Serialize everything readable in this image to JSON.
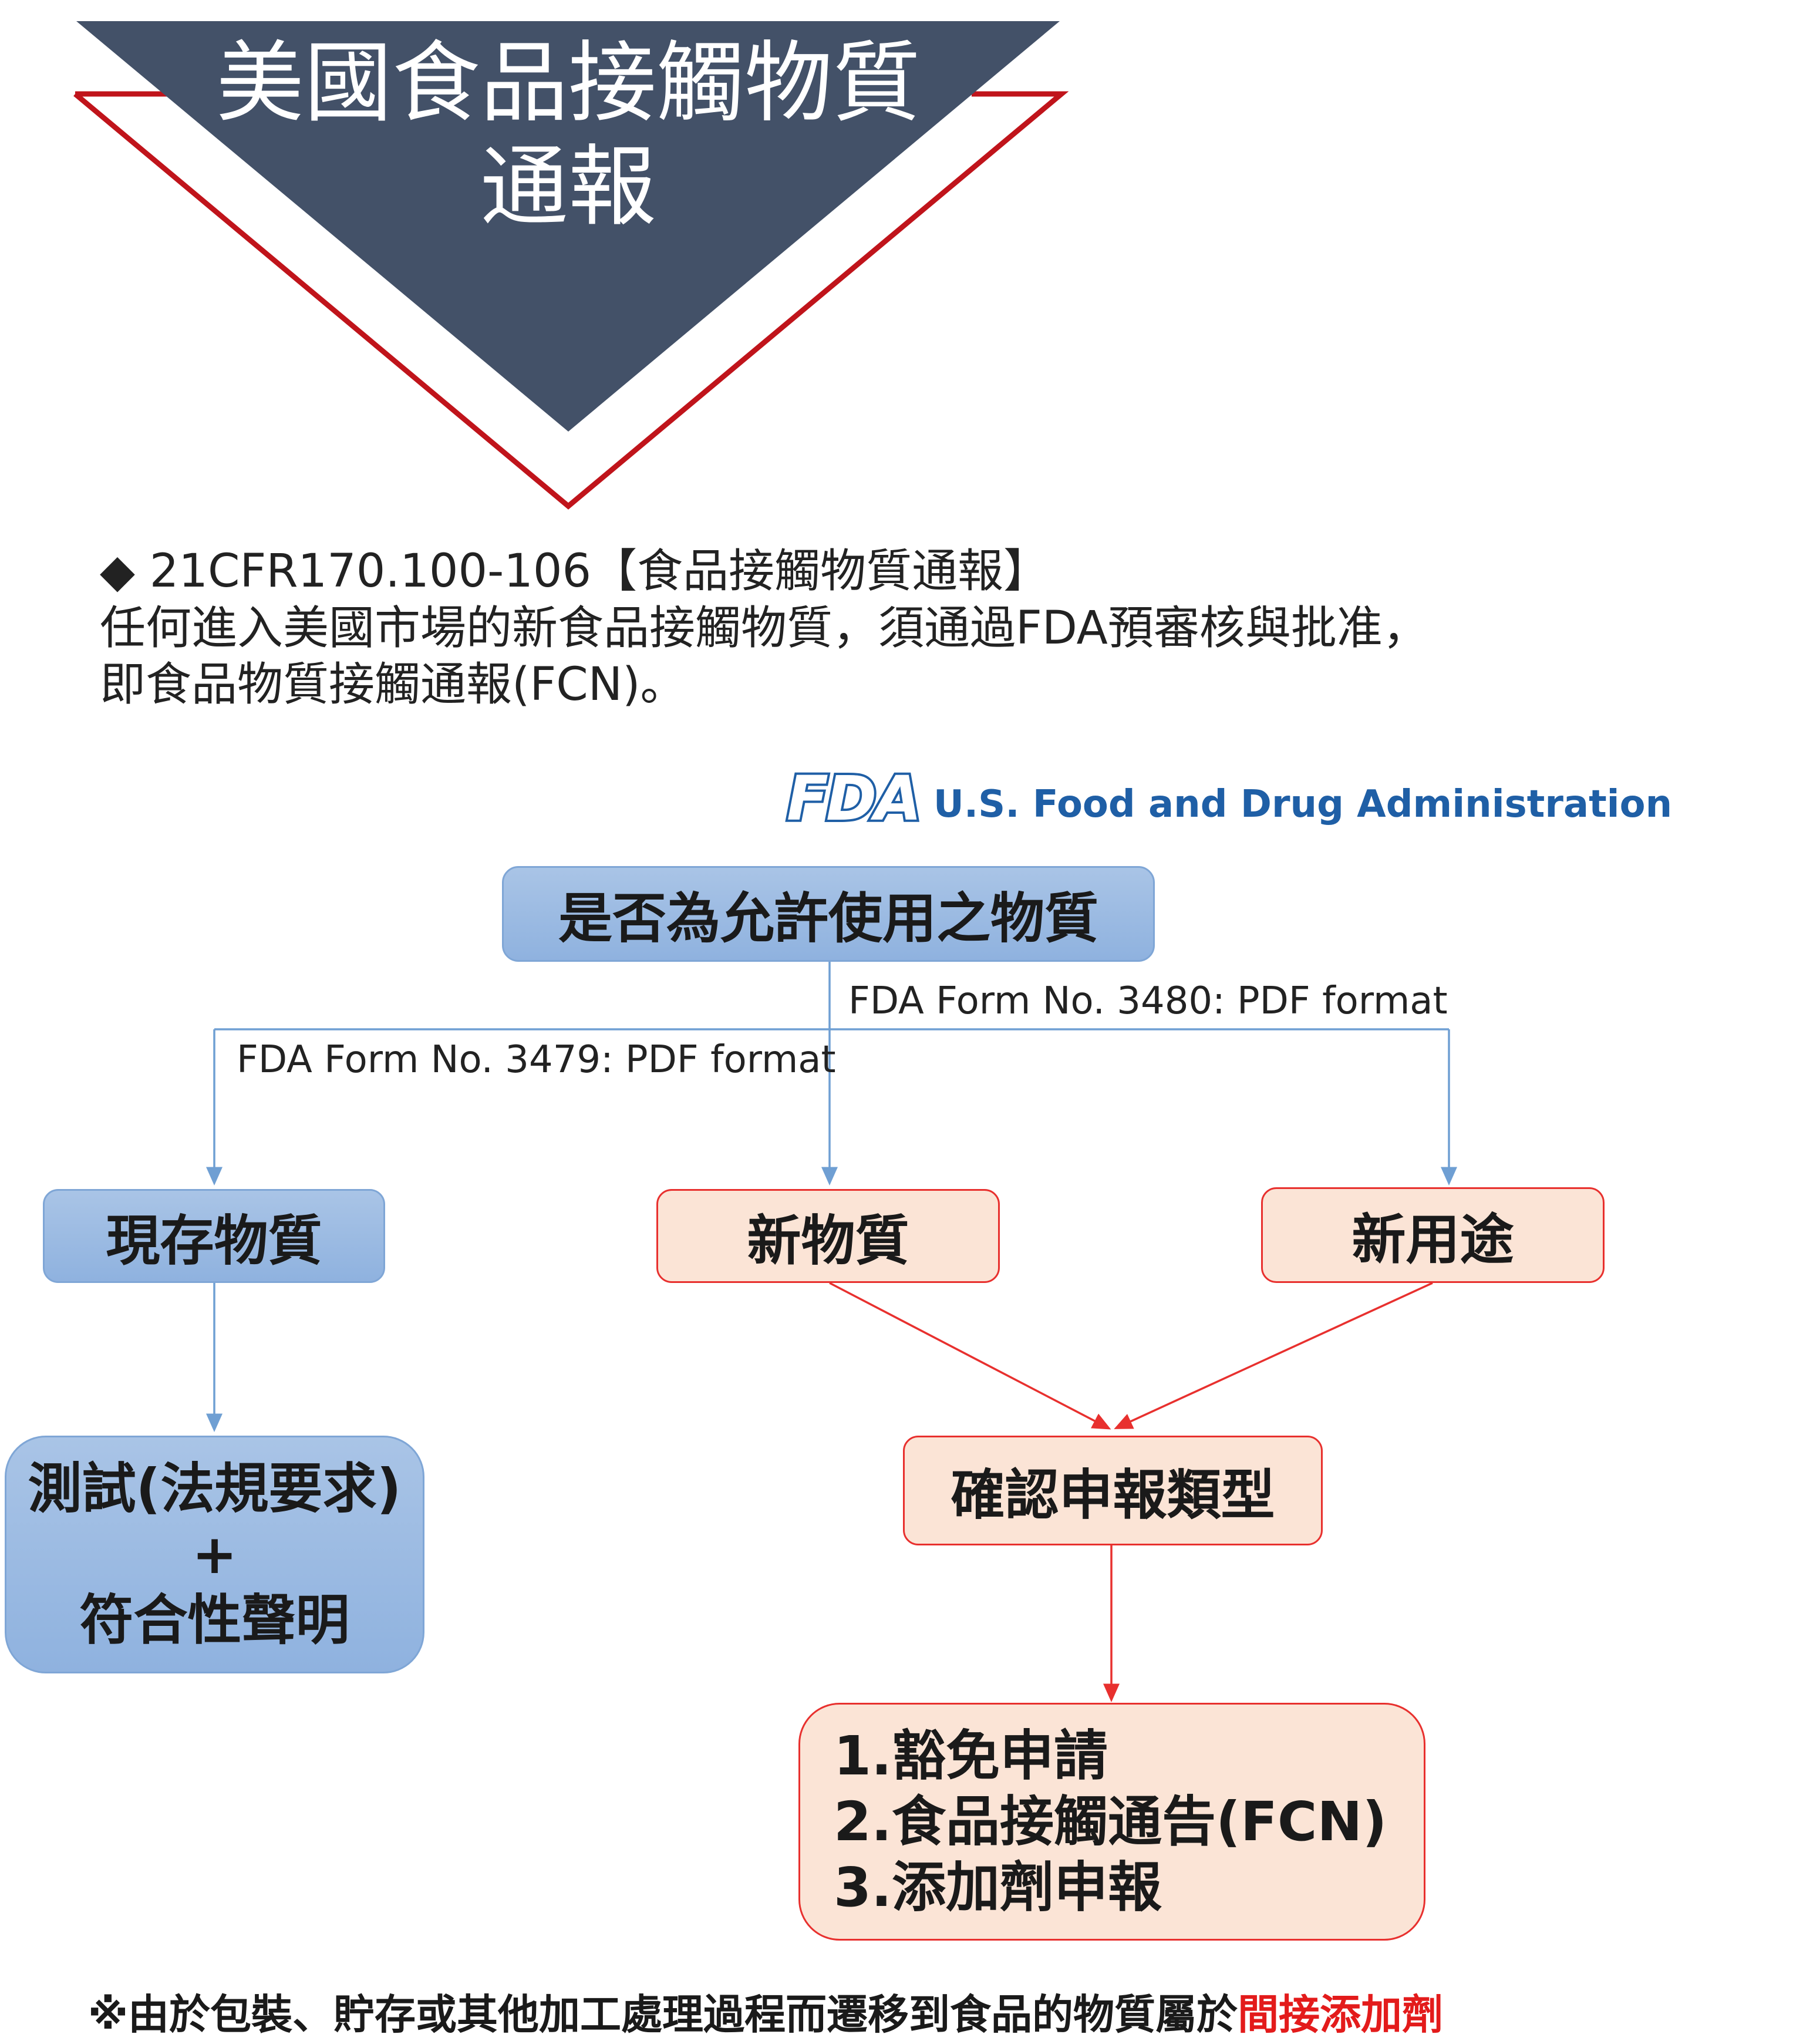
{
  "banner": {
    "title_line1": "美國食品接觸物質",
    "title_line2": "通報"
  },
  "intro": {
    "line1": "◆ 21CFR170.100-106【食品接觸物質通報】",
    "line2": "任何進入美國市場的新食品接觸物質，須通過FDA預審核與批准，",
    "line3": "即食品物質接觸通報(FCN)。"
  },
  "fda_logo": {
    "mark": "FDA",
    "name": "U.S. Food and Drug Administration"
  },
  "flowchart": {
    "start": "是否為允許使用之物質",
    "label_3480": "FDA Form No. 3480: PDF format",
    "label_3479": "FDA Form No. 3479: PDF format",
    "existing": "現存物質",
    "new_substance": "新物質",
    "new_use": "新用途",
    "testing_line1": "測試(法規要求)",
    "testing_line2": "+",
    "testing_line3": "符合性聲明",
    "confirm": "確認申報類型",
    "options": [
      "1.豁免申請",
      "2.食品接觸通告(FCN)",
      "3.添加劑申報"
    ]
  },
  "footnote": {
    "text": "※由於包裝、貯存或其他加工處理過程而遷移到食品的物質屬於",
    "highlight": "間接添加劑"
  },
  "colors": {
    "banner_fill": "#435168",
    "banner_outline": "#c0141b",
    "fda_blue": "#1f5fa6",
    "blue_box": "#8fb2df",
    "pink_box": "#fbe4d6",
    "red_line": "#e8302e",
    "blue_line": "#6f9fd3",
    "highlight_red": "#e31b1b"
  }
}
